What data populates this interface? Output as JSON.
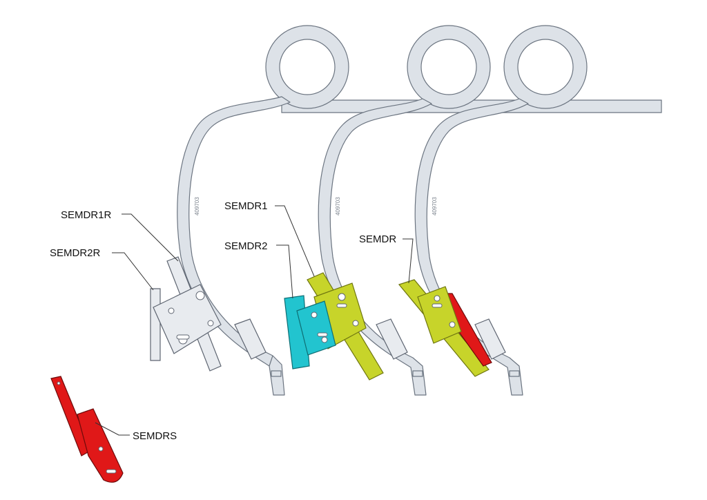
{
  "labels": {
    "semdr1r": "SEMDR1R",
    "semdr2r": "SEMDR2R",
    "semdr1": "SEMDR1",
    "semdr2": "SEMDR2",
    "semdr": "SEMDR",
    "semdrs": "SEMDRS"
  },
  "tines": [
    {
      "serial": "409703"
    },
    {
      "serial": "409703"
    },
    {
      "serial": "409703"
    }
  ],
  "colors": {
    "steel": "#dde2e8",
    "yellow_part": "#c7d42a",
    "cyan_part": "#22c4cf",
    "red_part": "#e01818"
  }
}
